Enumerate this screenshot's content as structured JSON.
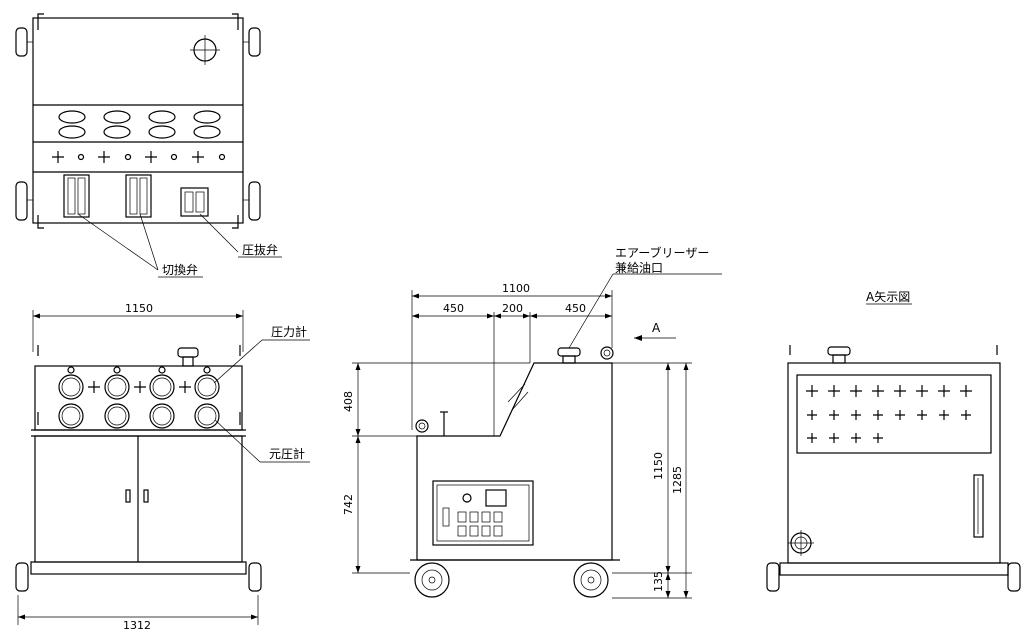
{
  "labels": {
    "pressure_relief_valve": "圧抜弁",
    "switching_valve": "切換弁",
    "pressure_gauge": "圧力計",
    "source_pressure_gauge": "元圧計",
    "air_breather_line1": "エアーブリーザー",
    "air_breather_line2": "兼給油口",
    "view_a_title": "A矢示図",
    "arrow_a": "A"
  },
  "dimensions": {
    "front_width_top": "1150",
    "front_width_bottom": "1312",
    "side_total_width": "1100",
    "side_seg1": "450",
    "side_seg2": "200",
    "side_seg3": "450",
    "side_upper_height": "408",
    "side_lower_height": "742",
    "side_body_height": "1150",
    "side_total_height": "1285",
    "side_wheel_height": "135"
  }
}
